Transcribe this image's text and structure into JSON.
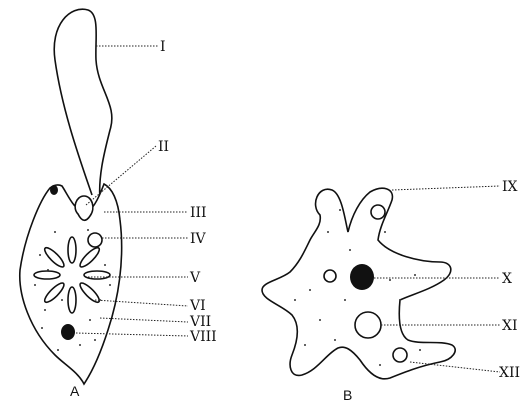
{
  "panels": [
    {
      "id": "A",
      "label": "A",
      "markers": [
        "I",
        "II",
        "III",
        "IV",
        "V",
        "VI",
        "VII",
        "VIII"
      ]
    },
    {
      "id": "B",
      "label": "B",
      "markers": [
        "IX",
        "X",
        "XI",
        "XII"
      ]
    }
  ],
  "colors": {
    "ink": "#111111",
    "paper": "#ffffff"
  }
}
